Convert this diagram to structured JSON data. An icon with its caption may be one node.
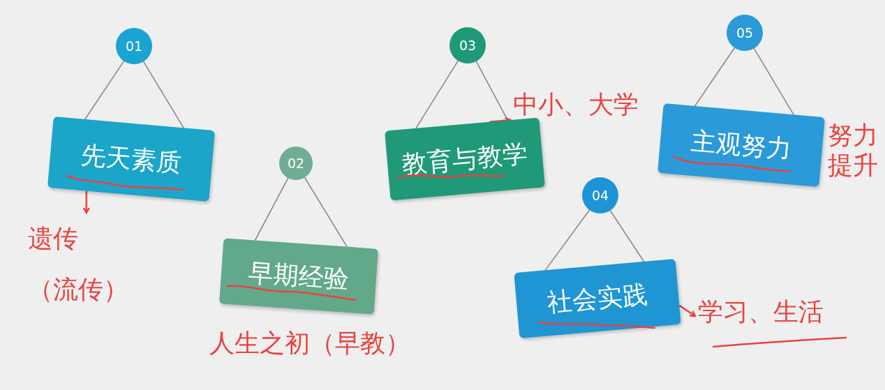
{
  "diagram": {
    "nodes": [
      {
        "text": [
          "01"
        ]
      },
      {
        "text": [
          "先天素质"
        ]
      },
      {
        "text": [
          "02"
        ]
      },
      {
        "text": [
          "早期经验"
        ],
        "beside": [
          "人生之初（早教）"
        ]
      },
      {
        "text": [
          "03"
        ]
      },
      {
        "text": [
          "教育与教学"
        ]
      },
      {
        "text": [
          "04"
        ]
      },
      {
        "text": [
          "社会实践"
        ]
      },
      {
        "text": [
          "05"
        ]
      },
      {
        "text": [
          "主观努力"
        ],
        "beside": [
          "努力提升"
        ]
      },
      {
        "text": [
          "遗传",
          "（流传）"
        ]
      },
      {
        "text": [
          "中小、大学"
        ]
      },
      {
        "text": [
          "学习、生活"
        ]
      }
    ],
    "edges": [
      {
        "from": 0,
        "to": 1,
        "arrow": "none"
      },
      {
        "from": 0,
        "to": 1,
        "arrow": "none"
      },
      {
        "from": 2,
        "to": 3,
        "arrow": "none"
      },
      {
        "from": 2,
        "to": 3,
        "arrow": "none"
      },
      {
        "from": 4,
        "to": 5,
        "arrow": "none"
      },
      {
        "from": 4,
        "to": 5,
        "arrow": "none"
      },
      {
        "from": 6,
        "to": 7,
        "arrow": "none"
      },
      {
        "from": 6,
        "to": 7,
        "arrow": "none"
      },
      {
        "from": 8,
        "to": 9,
        "arrow": "none"
      },
      {
        "from": 8,
        "to": 9,
        "arrow": "none"
      },
      {
        "from": 1,
        "to": 10,
        "arrow": "to",
        "color": "#e8433f"
      },
      {
        "from": 5,
        "to": 11,
        "arrow": "to",
        "color": "#e8433f"
      },
      {
        "from": 7,
        "to": 12,
        "arrow": "to",
        "color": "#e8433f"
      }
    ]
  }
}
